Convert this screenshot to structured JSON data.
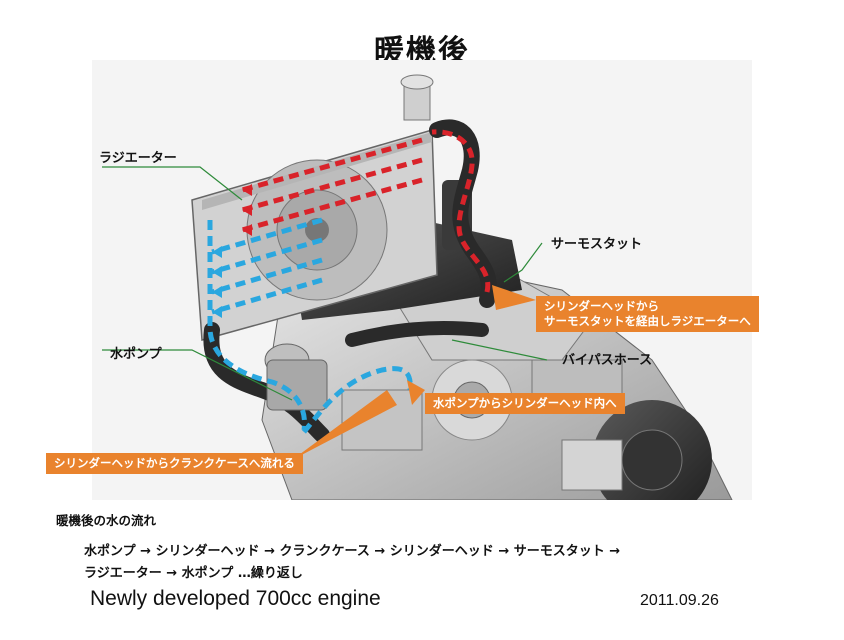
{
  "title": "暖機後",
  "labels": {
    "radiator": "ラジエーター",
    "thermostat": "サーモスタット",
    "water_pump": "水ポンプ",
    "bypass_hose": "バイパスホース"
  },
  "callouts": {
    "cylinder_to_radiator_line1": "シリンダーヘッドから",
    "cylinder_to_radiator_line2": "サーモスタットを経由しラジエーターへ",
    "pump_to_cylinder": "水ポンプからシリンダーヘッド内へ",
    "cylinder_to_crankcase": "シリンダーヘッドからクランクケースへ流れる"
  },
  "flow": {
    "heading": "暖機後の水の流れ",
    "line1": "水ポンプ → シリンダーヘッド → クランクケース → シリンダーヘッド → サーモスタット →",
    "line2": "ラジエーター → 水ポンプ …繰り返し"
  },
  "footer": {
    "left": "Newly developed 700cc engine",
    "right": "2011.09.26"
  },
  "colors": {
    "hot_flow": "#d9232a",
    "cold_flow": "#2aa7df",
    "callout": "#e9832d",
    "leader": "#2e8b3a"
  }
}
